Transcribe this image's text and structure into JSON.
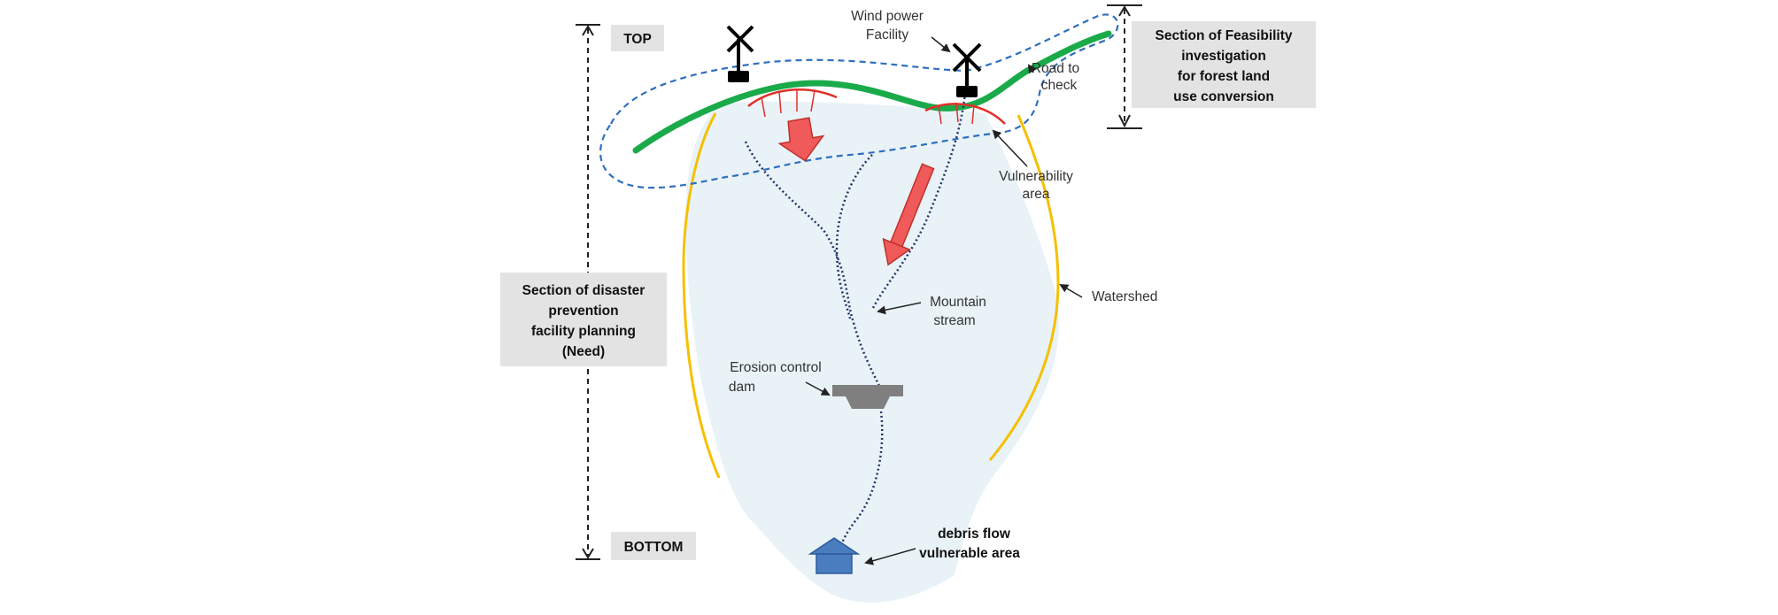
{
  "diagram": {
    "colors": {
      "watershed_fill": "#e8f2f7",
      "watershed_line": "#f5c000",
      "ridge_road": "#1aaa4a",
      "feasibility_boundary": "#2f6fbf",
      "vulnerability_arc": "#e0302a",
      "flow_arrow": "#f05a5a",
      "stream": "#24336b",
      "dam": "#7f7f7f",
      "house": "#4a7cc0",
      "section_box": "#e3e3e3"
    },
    "labels": {
      "top": "TOP",
      "bottom": "BOTTOM",
      "wind_power": [
        "Wind power",
        "Facility"
      ],
      "road_to_check": [
        "Road to",
        "check"
      ],
      "vulnerability_area": [
        "Vulnerability",
        "area"
      ],
      "mountain_stream": [
        "Mountain",
        "stream"
      ],
      "watershed": "Watershed",
      "erosion_control_dam": [
        "Erosion control",
        "dam"
      ],
      "debris_flow": [
        "debris flow",
        "vulnerable area"
      ],
      "section_feasibility": [
        "Section of Feasibility",
        "investigation",
        "for forest land",
        "use conversion"
      ],
      "section_disaster": [
        "Section of disaster",
        "prevention",
        "facility planning",
        "(Need)"
      ]
    }
  }
}
